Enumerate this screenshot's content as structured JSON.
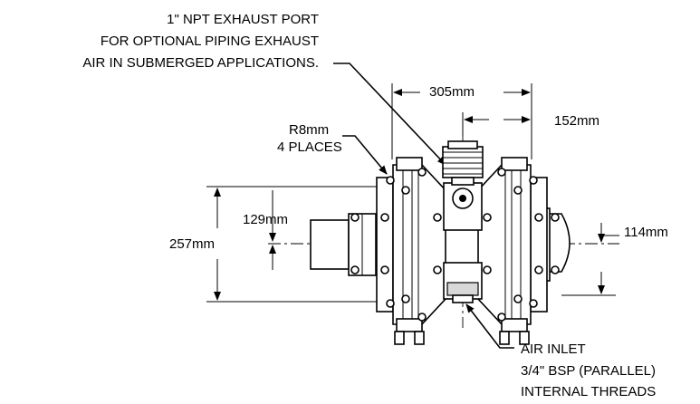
{
  "exhaust_note": {
    "line1": "1\" NPT EXHAUST PORT",
    "line2": "FOR OPTIONAL PIPING EXHAUST",
    "line3": "AIR IN SUBMERGED APPLICATIONS."
  },
  "dimensions": {
    "overall_width": "305mm",
    "half_width": "152mm",
    "radius_line1": "R8mm",
    "radius_line2": "4  PLACES",
    "overall_height": "257mm",
    "center_height": "129mm",
    "port_offset": "114mm"
  },
  "air_inlet_note": {
    "line1": "AIR INLET",
    "line2": "3/4\" BSP (PARALLEL)",
    "line3": "INTERNAL THREADS"
  }
}
